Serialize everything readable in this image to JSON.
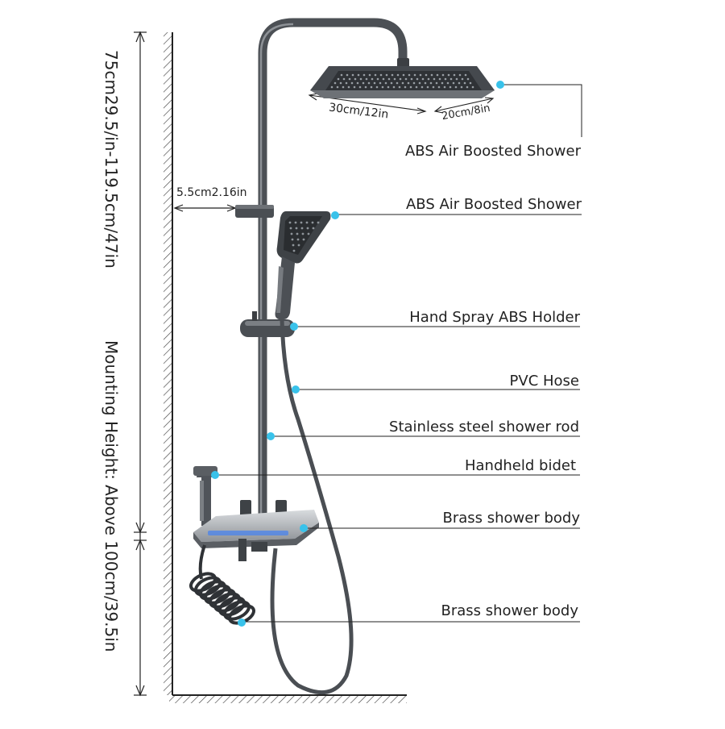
{
  "dimensions": {
    "head_width": "30cm/12in",
    "head_depth": "20cm/8in",
    "wall_offset": "5.5cm2.16in",
    "rod_height": "75cm29.5/in-119.5cm/47in",
    "mounting_height": "Mounting Height: Above 100cm/39.5in"
  },
  "callouts": [
    "ABS Air Boosted Shower",
    "ABS Air Boosted Shower",
    "Hand Spray ABS Holder",
    "PVC Hose",
    "Stainless steel shower rod",
    "Handheld bidet",
    "Brass shower body",
    "Brass shower body"
  ],
  "colors": {
    "metal": "#55595e",
    "metal_dark": "#3a3d41",
    "dot": "#39c2ea",
    "line": "#222222",
    "led": "#4f86e8"
  }
}
